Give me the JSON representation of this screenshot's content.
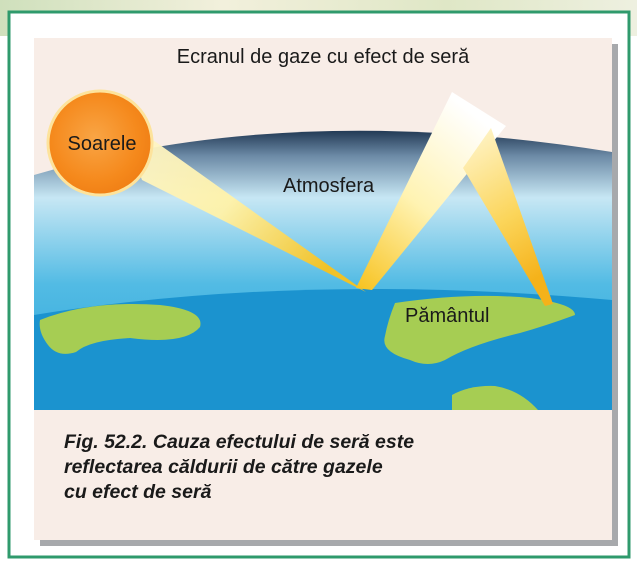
{
  "colors": {
    "frame_border": "#2f9a6c",
    "panel_background": "#f8ede7",
    "ocean_blue": "#1b93cf",
    "land_green": "#a6cd53",
    "sun_orange": "#f7941d",
    "ray_yellow": "#fde9a0"
  },
  "diagram": {
    "title": "Ecranul de gaze cu efect de seră",
    "sun_label": "Soarele",
    "atmosphere_label": "Atmosfera",
    "earth_label": "Pământul"
  },
  "caption": {
    "line1": "Fig. 52.2. Cauza efectului de seră este",
    "line2": "reflectarea căldurii de către gazele",
    "line3": "cu efect de seră"
  }
}
